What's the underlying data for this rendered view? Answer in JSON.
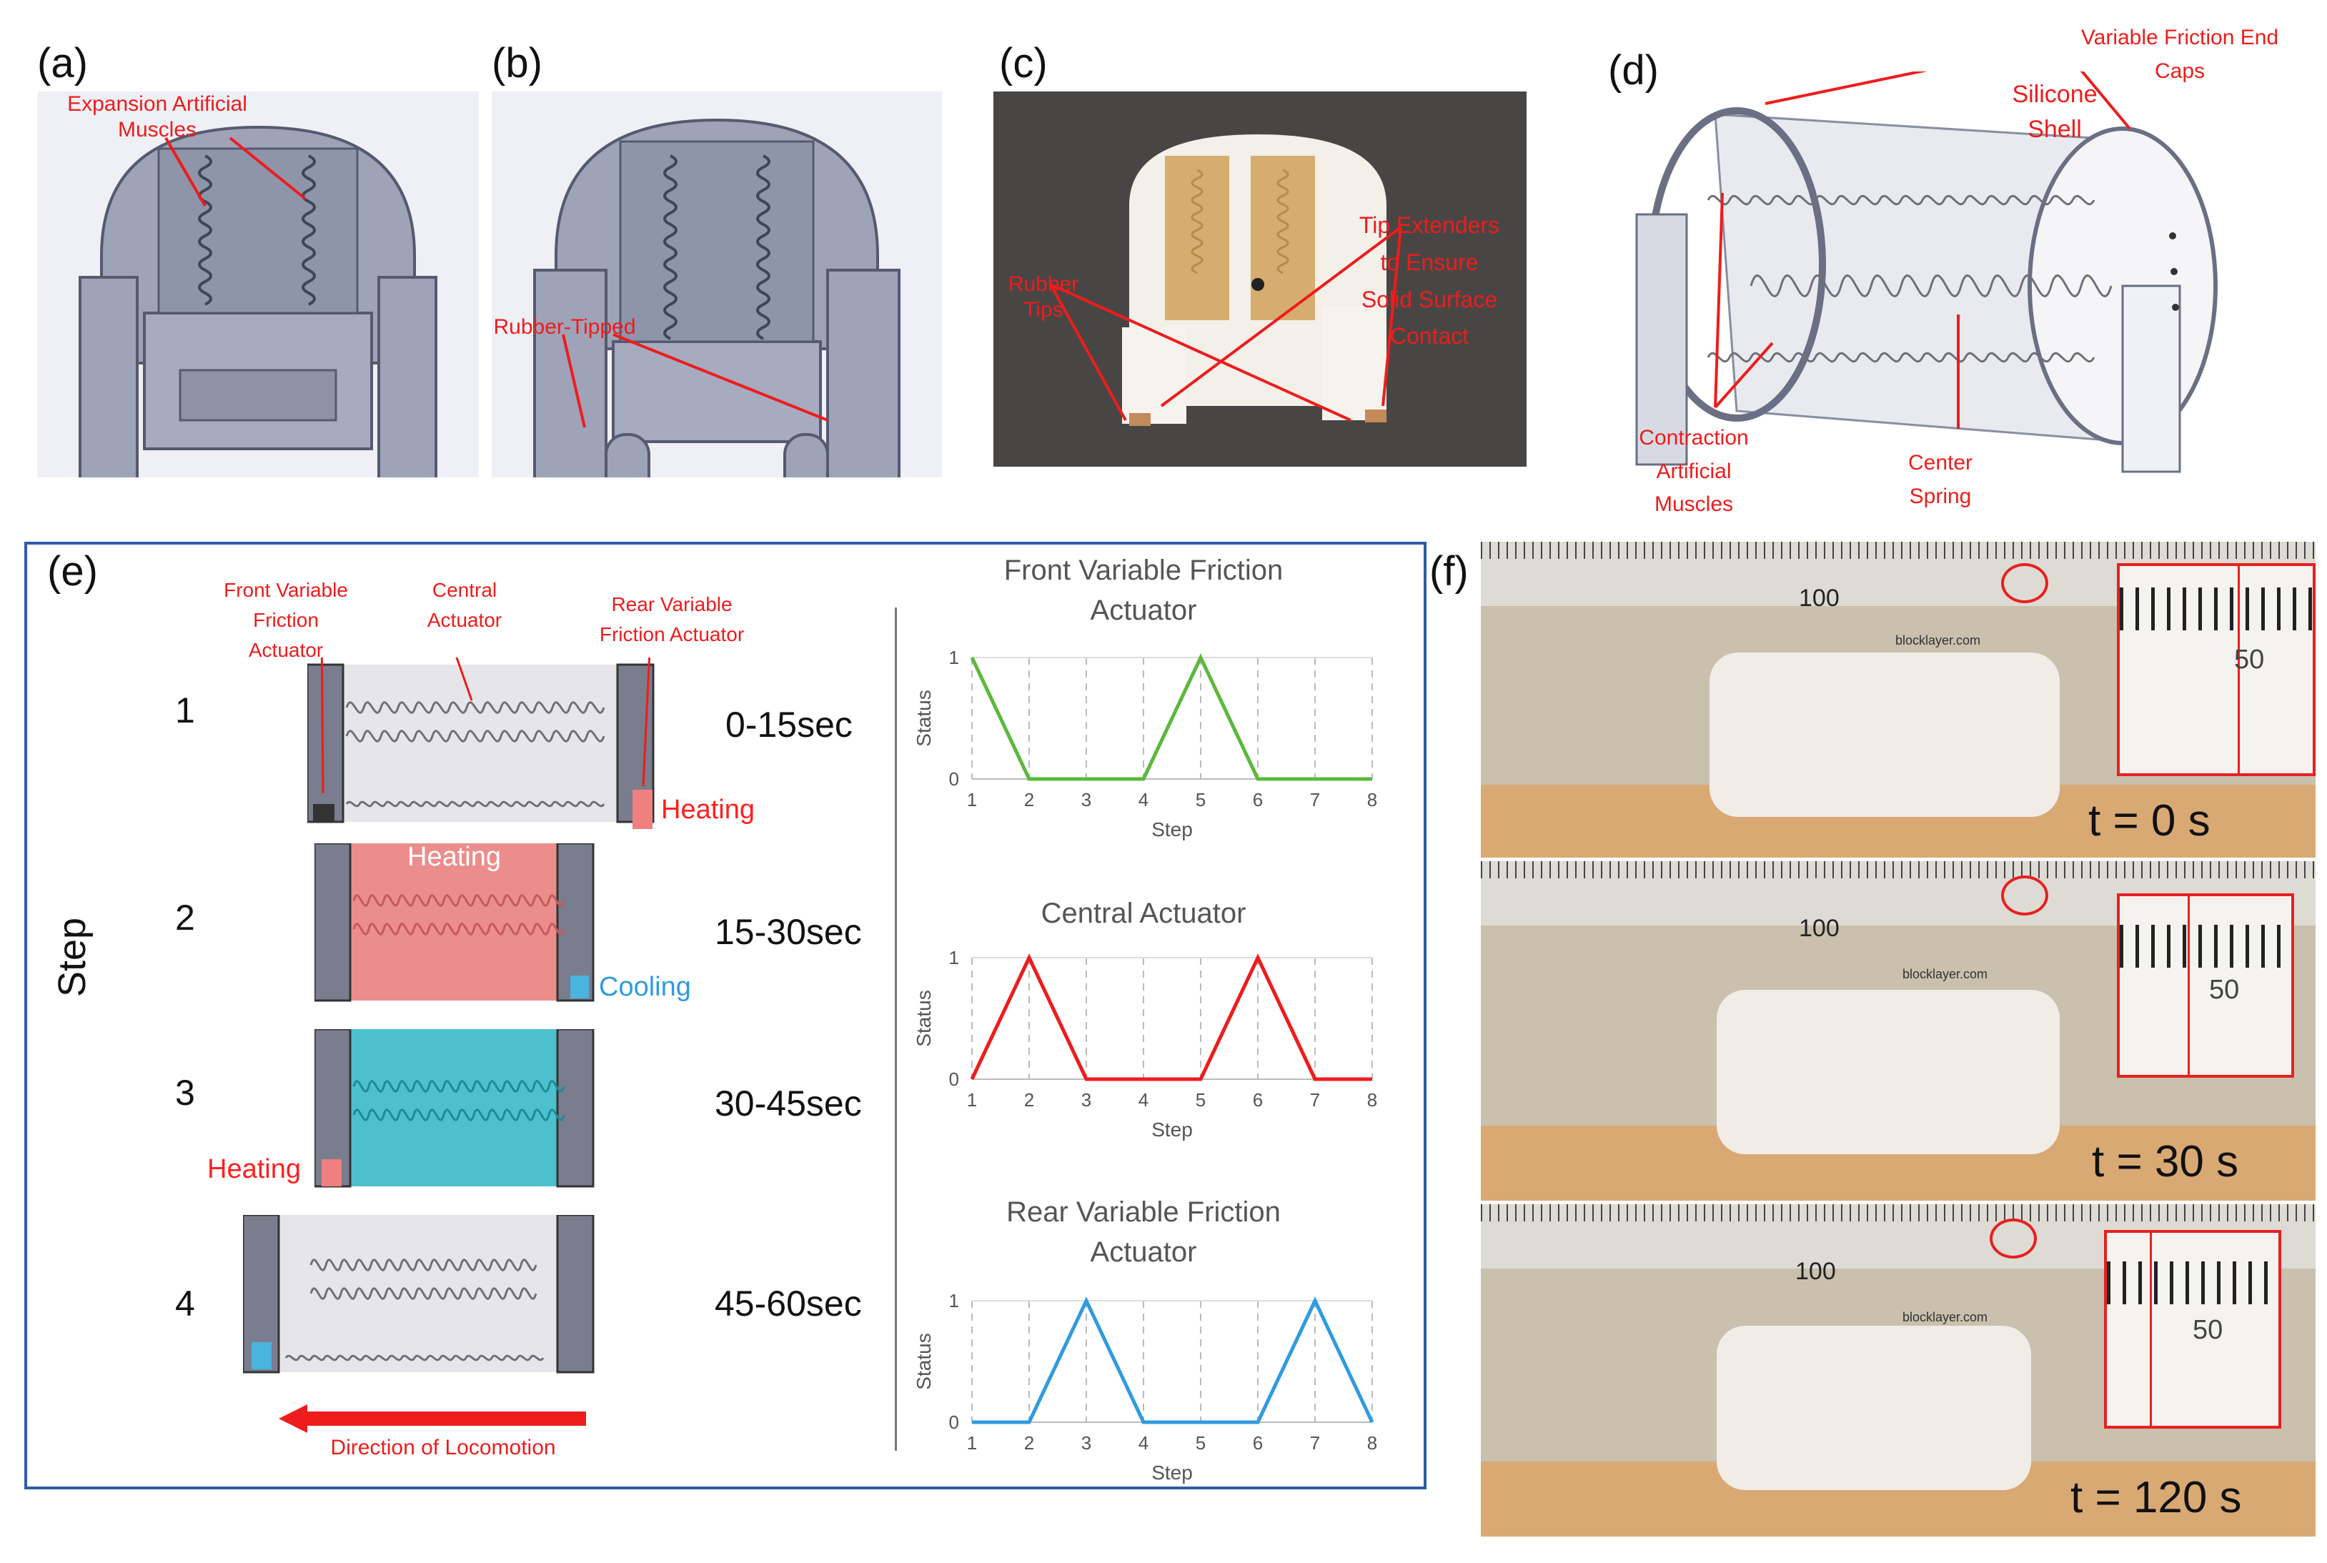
{
  "panels": {
    "a": {
      "label": "(a)",
      "annotation": "Expansion Artificial Muscles"
    },
    "b": {
      "label": "(b)",
      "annotation": "Rubber-Tipped"
    },
    "c": {
      "label": "(c)",
      "annotation_left": "Rubber Tips",
      "annotation_right": "Tip Extenders to Ensure Solid Surface Contact"
    },
    "d": {
      "label": "(d)",
      "end_caps": "Variable Friction End Caps",
      "shell": "Silicone Shell",
      "muscles": "Contraction Artificial Muscles",
      "spring": "Center Spring"
    },
    "e": {
      "label": "(e)",
      "axis_label": "Step",
      "labels": {
        "front": "Front Variable Friction Actuator",
        "central": "Central Actuator",
        "rear": "Rear Variable Friction Actuator"
      },
      "steps": [
        {
          "num": "1",
          "time": "0-15sec"
        },
        {
          "num": "2",
          "time": "15-30sec"
        },
        {
          "num": "3",
          "time": "30-45sec"
        },
        {
          "num": "4",
          "time": "45-60sec"
        }
      ],
      "heating": "Heating",
      "cooling": "Cooling",
      "direction": "Direction of Locomotion"
    },
    "f": {
      "label": "(f)",
      "ruler_major": "100",
      "ruler_brand": "blocklayer.com",
      "zoom_mark": "50",
      "times": [
        "t = 0 s",
        "t = 30 s",
        "t = 120 s"
      ]
    }
  },
  "chart_data": [
    {
      "type": "line",
      "title": "Front Variable Friction Actuator",
      "xlabel": "Step",
      "ylabel": "Status",
      "x": [
        1,
        2,
        3,
        4,
        5,
        6,
        7,
        8
      ],
      "xticks": [
        "1",
        "2",
        "3",
        "4",
        "5",
        "6",
        "7",
        "8"
      ],
      "yticks": [
        "0",
        "1"
      ],
      "ylim": [
        0,
        1
      ],
      "series": [
        {
          "values": [
            1,
            0,
            0,
            0,
            1,
            0,
            0,
            0
          ],
          "color": "#5cb83b"
        }
      ]
    },
    {
      "type": "line",
      "title": "Central Actuator",
      "xlabel": "Step",
      "ylabel": "Status",
      "x": [
        1,
        2,
        3,
        4,
        5,
        6,
        7,
        8
      ],
      "xticks": [
        "1",
        "2",
        "3",
        "4",
        "5",
        "6",
        "7",
        "8"
      ],
      "yticks": [
        "0",
        "1"
      ],
      "ylim": [
        0,
        1
      ],
      "series": [
        {
          "values": [
            0,
            1,
            0,
            0,
            0,
            1,
            0,
            0
          ],
          "color": "#ee1c1c"
        }
      ]
    },
    {
      "type": "line",
      "title": "Rear Variable Friction Actuator",
      "xlabel": "Step",
      "ylabel": "Status",
      "x": [
        1,
        2,
        3,
        4,
        5,
        6,
        7,
        8
      ],
      "xticks": [
        "1",
        "2",
        "3",
        "4",
        "5",
        "6",
        "7",
        "8"
      ],
      "yticks": [
        "0",
        "1"
      ],
      "ylim": [
        0,
        1
      ],
      "series": [
        {
          "values": [
            0,
            0,
            1,
            0,
            0,
            0,
            1,
            0
          ],
          "color": "#2f9be0"
        }
      ]
    }
  ]
}
